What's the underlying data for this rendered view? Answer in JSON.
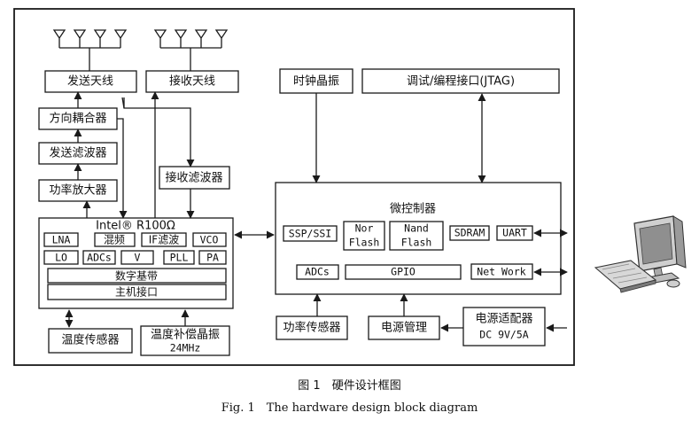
{
  "blocks": {
    "tx_antenna": "发送天线",
    "rx_antenna": "接收天线",
    "clock": "时钟晶振",
    "jtag": "调试/编程接口(JTAG)",
    "coupler": "方向耦合器",
    "tx_filter": "发送滤波器",
    "pa_amp": "功率放大器",
    "rx_filter": "接收滤波器",
    "mcu": "微控制器",
    "intel_title": "Intel® R100Ω",
    "lna": "LNA",
    "mixer": "混频",
    "if_filter": "IF滤波",
    "vco": "VCO",
    "lo": "LO",
    "adcs_r": "ADCs",
    "v": "V",
    "pll": "PLL",
    "pa": "PA",
    "baseband": "数字基带",
    "host_if": "主机接口",
    "ssp": "SSP/SSI",
    "nor_1": "Nor",
    "nor_2": "Flash",
    "nand_1": "Nand",
    "nand_2": "Flash",
    "sdram": "SDRAM",
    "uart": "UART",
    "adcs_m": "ADCs",
    "gpio": "GPIO",
    "network": "Net Work",
    "temp_sensor": "温度传感器",
    "tcxo_1": "温度补偿晶振",
    "tcxo_2": "24MHz",
    "power_sensor": "功率传感器",
    "power_mgmt": "电源管理",
    "adapter_1": "电源适配器",
    "adapter_2": "DC 9V/5A"
  },
  "caption": {
    "cn": "图 1　硬件设计框图",
    "en": "Fig. 1　The hardware design block diagram"
  }
}
